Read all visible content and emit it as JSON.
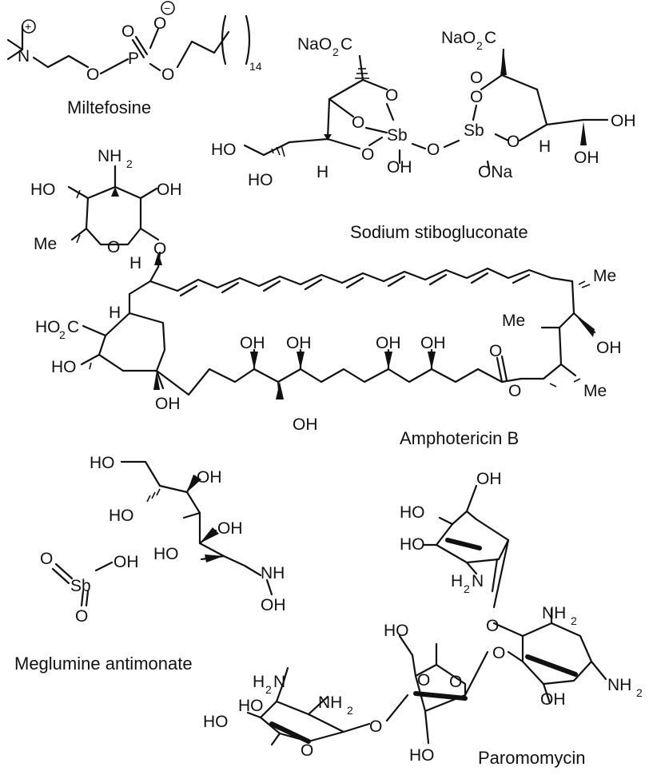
{
  "compounds": {
    "miltefosine": {
      "name": "Miltefosine",
      "labels": [
        "N",
        "O",
        "P",
        "O",
        "O",
        "O"
      ],
      "count": "14"
    },
    "sodium_stibogluconate": {
      "name": "Sodium stibogluconate",
      "labels": [
        "NaO",
        "2",
        "C",
        "NaO",
        "2",
        "C",
        "O",
        "O",
        "O",
        "Sb",
        "O",
        "Sb",
        "O",
        "OH",
        "ONa",
        "O",
        "O",
        "H",
        "H",
        "HO",
        "HO",
        "OH",
        "OH"
      ]
    },
    "amphotericin_b": {
      "name": "Amphotericin B",
      "labels": [
        "NH",
        "2",
        "HO",
        "OH",
        "Me",
        "O",
        "H",
        "O",
        "H",
        "HO",
        "2",
        "C",
        "HO",
        "OH",
        "OH",
        "OH",
        "OH",
        "OH",
        "OH",
        "O",
        "O",
        "Me",
        "Me",
        "OH",
        "Me"
      ]
    },
    "meglumine_antimonate": {
      "name": "Meglumine antimonate",
      "labels": [
        "HO",
        "OH",
        "HO",
        "OH",
        "HO",
        "NH",
        "OH",
        "O",
        "Sb",
        "OH",
        "O"
      ]
    },
    "paromomycin": {
      "name": "Paromomycin",
      "labels": [
        "OH",
        "HO",
        "HO",
        "H",
        "2",
        "N",
        "O",
        "NH",
        "2",
        "HO",
        "O",
        "O",
        "NH",
        "2",
        "OH",
        "H",
        "2",
        "N",
        "HO",
        "HO",
        "NH",
        "2",
        "O",
        "O",
        "HO",
        "O"
      ]
    }
  },
  "signs": {
    "plus": "+",
    "minus": "−"
  }
}
